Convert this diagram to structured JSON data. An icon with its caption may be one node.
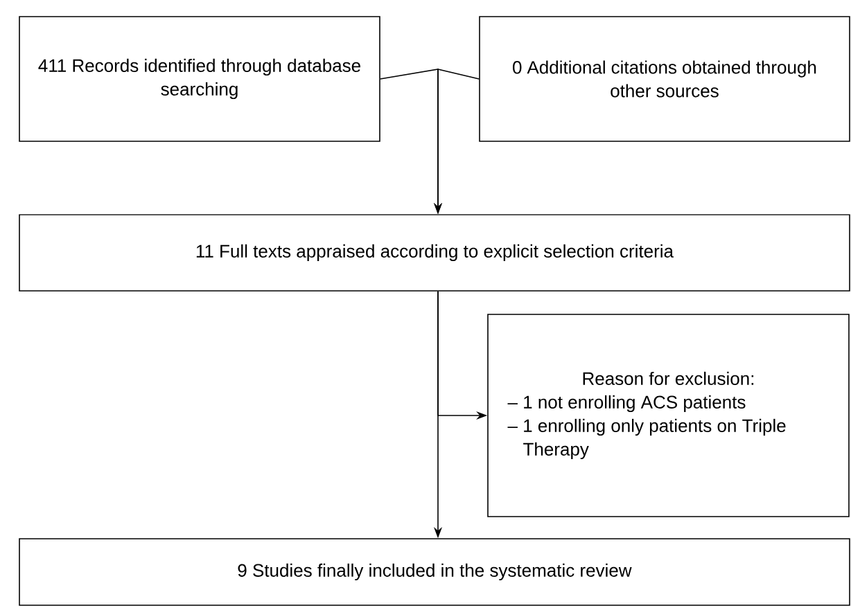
{
  "diagram": {
    "nodes": [
      {
        "text": [
          "411 Records identified through database searching"
        ]
      },
      {
        "text": [
          "0 Additional citations obtained through other sources"
        ]
      },
      {
        "text": [
          "11 Full texts appraised according to explicit selection criteria"
        ]
      },
      {
        "text": [
          "Reason for exclusion:",
          "– 1 not enrolling ACS patients",
          "– 1 enrolling only patients on Triple Therapy"
        ]
      },
      {
        "text": [
          "9 Studies finally included in the systematic review"
        ]
      }
    ],
    "edges": [
      {
        "from": 0,
        "to": 2,
        "arrow": "to"
      },
      {
        "from": 1,
        "to": 2,
        "arrow": "to"
      },
      {
        "from": 2,
        "to": 3,
        "arrow": "to"
      },
      {
        "from": 2,
        "to": 4,
        "arrow": "to"
      }
    ]
  }
}
